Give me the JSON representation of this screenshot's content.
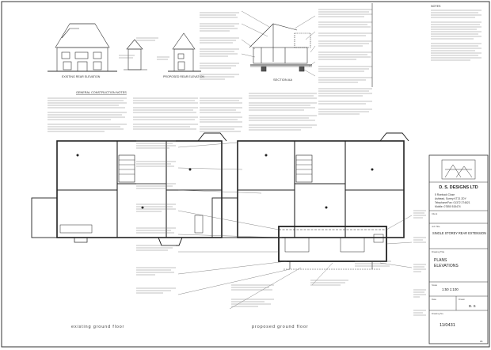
{
  "drawing": {
    "elev_labels": [
      "EXISTING REAR ELEVATION",
      "PROPOSED REAR ELEVATION"
    ],
    "section_label": "SECTION AA",
    "general_notes_title": "GENERAL CONSTRUCTION NOTES",
    "plan_labels": [
      "existing ground floor",
      "proposed ground floor"
    ]
  },
  "notes_panel": {
    "title": "NOTES"
  },
  "title_block": {
    "company": "D. S. DESIGNS LTD",
    "address": [
      "5 Roebuck Close",
      "Ashtead, Surrey KT21 2DY",
      "Telephone/Fax: 01372 274621",
      "Mobile: 07850 515474"
    ],
    "client_label": "Client",
    "job_label": "Job Title",
    "job_title": "SINGLE STOREY REAR EXTENSION",
    "drawing_label": "Drawing Title",
    "drawing_title": [
      "PLANS",
      "ELEVATIONS"
    ],
    "scale_label": "Scale",
    "scale": "1:50  1:100",
    "date_label": "Date",
    "drawn_label": "Drawn",
    "drawn": "D. S",
    "dwg_label": "Drawing No.",
    "dwg_no": "11/0431",
    "rev": "A1"
  }
}
